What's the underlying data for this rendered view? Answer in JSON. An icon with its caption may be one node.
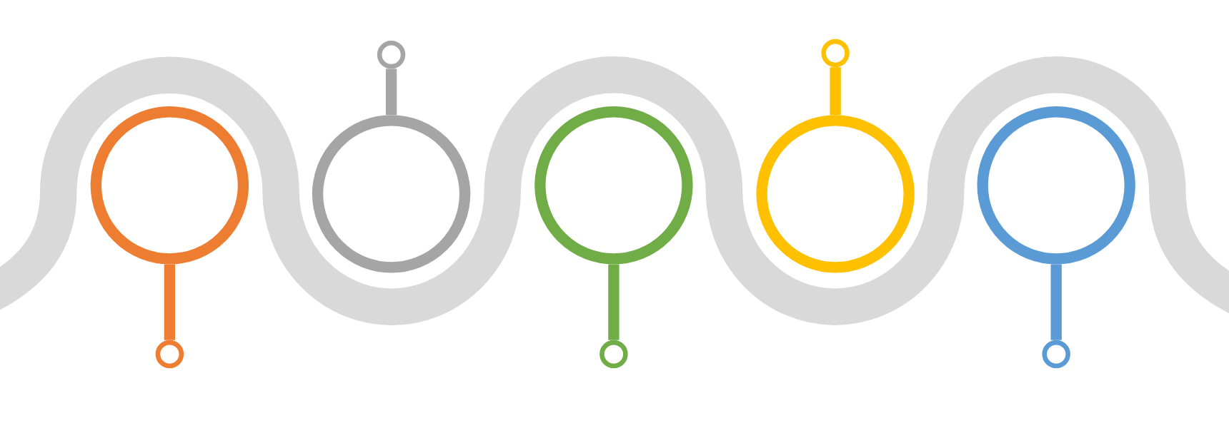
{
  "diagram": {
    "nodes": [
      {
        "text": [],
        "shape": "circle"
      },
      {
        "text": [],
        "shape": "circle"
      },
      {
        "text": [],
        "shape": "circle"
      },
      {
        "text": [],
        "shape": "circle"
      },
      {
        "text": [],
        "shape": "circle"
      },
      {
        "text": [],
        "shape": "circle"
      },
      {
        "text": [],
        "shape": "circle"
      },
      {
        "text": [],
        "shape": "circle"
      },
      {
        "text": [],
        "shape": "circle"
      },
      {
        "text": [],
        "shape": "circle"
      }
    ],
    "edges": [
      {
        "from": 0,
        "to": 1,
        "arrow": "none",
        "color": "#ed7d31"
      },
      {
        "from": 2,
        "to": 3,
        "arrow": "none",
        "color": "#a5a5a5"
      },
      {
        "from": 4,
        "to": 5,
        "arrow": "none",
        "color": "#70ad47"
      },
      {
        "from": 6,
        "to": 7,
        "arrow": "none",
        "color": "#ffc000"
      },
      {
        "from": 8,
        "to": 9,
        "arrow": "none",
        "color": "#5b9bd5"
      }
    ]
  }
}
